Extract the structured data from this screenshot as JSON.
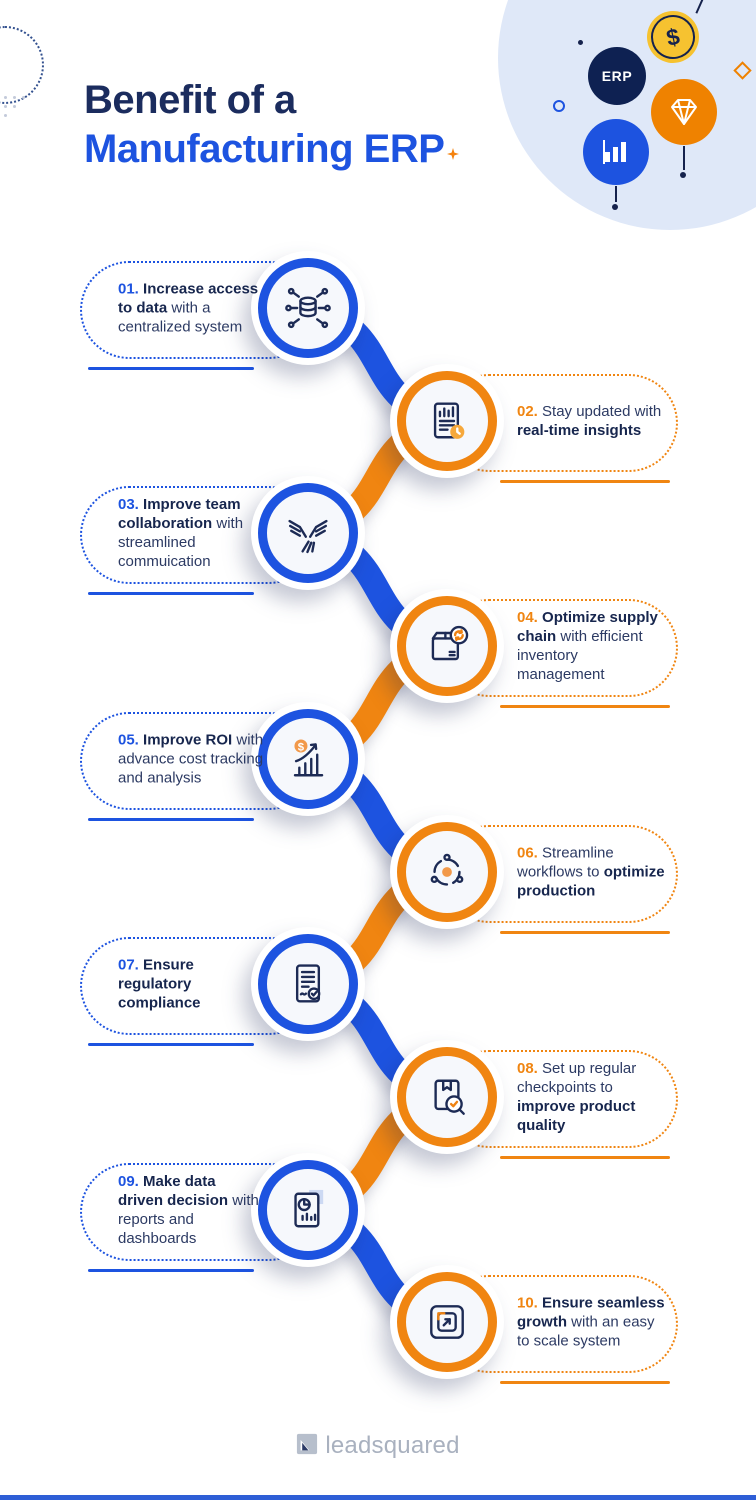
{
  "colors": {
    "navy": "#1b2c5e",
    "blue": "#1d53e0",
    "orange": "#f08511",
    "light_blue_bg": "#dfe8f8",
    "text_regular": "#2c3a63",
    "text_bold": "#17264e",
    "logo_gray": "#a9b1bf"
  },
  "header": {
    "title_line1": "Benefit of a",
    "title_line2": "Manufacturing ERP",
    "decor": {
      "erp_ball_label": "ERP",
      "coin_symbol": "$"
    }
  },
  "items": [
    {
      "number": "01.",
      "side": "left",
      "color": "blue",
      "icon": "database-network-icon",
      "segments": [
        {
          "text": "Increase access to data",
          "bold": true
        },
        {
          "text": " with a centralized system",
          "bold": false
        }
      ]
    },
    {
      "number": "02.",
      "side": "right",
      "color": "orange",
      "icon": "realtime-report-icon",
      "segments": [
        {
          "text": "Stay updated with ",
          "bold": false
        },
        {
          "text": "real-time insights",
          "bold": true
        }
      ]
    },
    {
      "number": "03.",
      "side": "left",
      "color": "blue",
      "icon": "team-hands-icon",
      "segments": [
        {
          "text": "Improve team collaboration",
          "bold": true
        },
        {
          "text": " with streamlined commuication",
          "bold": false
        }
      ]
    },
    {
      "number": "04.",
      "side": "right",
      "color": "orange",
      "icon": "inventory-sync-icon",
      "segments": [
        {
          "text": "Optimize supply chain",
          "bold": true
        },
        {
          "text": " with efficient inventory management",
          "bold": false
        }
      ]
    },
    {
      "number": "05.",
      "side": "left",
      "color": "blue",
      "icon": "roi-chart-icon",
      "segments": [
        {
          "text": "Improve ROI",
          "bold": true
        },
        {
          "text": " with advance cost tracking and analysis",
          "bold": false
        }
      ]
    },
    {
      "number": "06.",
      "side": "right",
      "color": "orange",
      "icon": "workflow-icon",
      "segments": [
        {
          "text": "Streamline workflows to ",
          "bold": false
        },
        {
          "text": "optimize production",
          "bold": true
        }
      ]
    },
    {
      "number": "07.",
      "side": "left",
      "color": "blue",
      "icon": "compliance-doc-icon",
      "segments": [
        {
          "text": "Ensure regulatory compliance",
          "bold": true
        }
      ]
    },
    {
      "number": "08.",
      "side": "right",
      "color": "orange",
      "icon": "quality-check-icon",
      "segments": [
        {
          "text": "Set up regular checkpoints to ",
          "bold": false
        },
        {
          "text": "improve product quality",
          "bold": true
        }
      ]
    },
    {
      "number": "09.",
      "side": "left",
      "color": "blue",
      "icon": "reports-dashboard-icon",
      "segments": [
        {
          "text": "Make data driven decision",
          "bold": true
        },
        {
          "text": " with reports and dashboards",
          "bold": false
        }
      ]
    },
    {
      "number": "10.",
      "side": "right",
      "color": "orange",
      "icon": "scalability-icon",
      "segments": [
        {
          "text": "Ensure seamless growth",
          "bold": true
        },
        {
          "text": " with an easy to scale system",
          "bold": false
        }
      ]
    }
  ],
  "footer": {
    "logo_text": "leadsquared"
  }
}
